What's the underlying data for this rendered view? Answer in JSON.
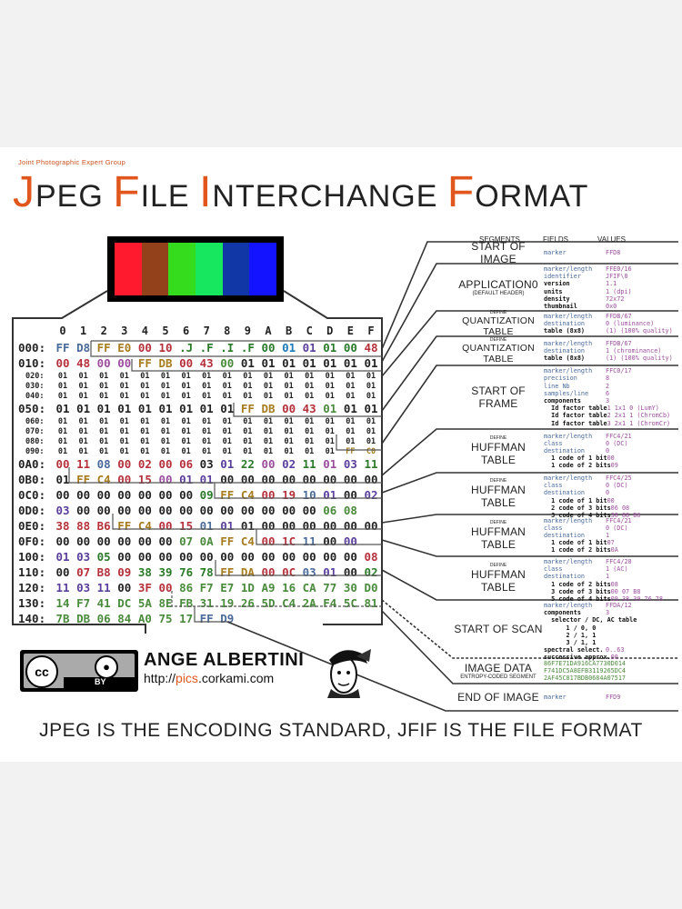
{
  "title": {
    "subtitle": "Joint Photographic Expert Group",
    "parts": [
      {
        "t": "J",
        "accent": true
      },
      {
        "t": "PEG ",
        "accent": false
      },
      {
        "t": "F",
        "accent": true
      },
      {
        "t": "ILE ",
        "accent": false
      },
      {
        "t": "I",
        "accent": true
      },
      {
        "t": "NTERCHANGE ",
        "accent": false
      },
      {
        "t": "F",
        "accent": true
      },
      {
        "t": "ORMAT",
        "accent": false
      }
    ]
  },
  "image_colors": [
    "#ff1b2d",
    "#93411a",
    "#35dc1e",
    "#16e75f",
    "#1137a7",
    "#1413ff"
  ],
  "hex_header": [
    "0",
    "1",
    "2",
    "3",
    "4",
    "5",
    "6",
    "7",
    "8",
    "9",
    "A",
    "B",
    "C",
    "D",
    "E",
    "F"
  ],
  "hex_rows": [
    {
      "off": "000:",
      "size": "big",
      "bytes": [
        "FF",
        "D8",
        "FF",
        "E0",
        "00",
        "10",
        ".J",
        ".F",
        ".I",
        ".F",
        "00",
        "01",
        "01",
        "01",
        "00",
        "48"
      ],
      "colors": [
        "#4a6a9a",
        "#4a6a9a",
        "#a67c1e",
        "#a67c1e",
        "#b5303a",
        "#b5303a",
        "#2a7a2a",
        "#2a7a2a",
        "#2a7a2a",
        "#2a7a2a",
        "#2a7a2a",
        "#1a7ab5",
        "#5a3e9c",
        "#2a7a2a",
        "#2a7a2a",
        "#b5303a"
      ]
    },
    {
      "off": "010:",
      "size": "big",
      "bytes": [
        "00",
        "48",
        "00",
        "00",
        "FF",
        "DB",
        "00",
        "43",
        "00",
        "01",
        "01",
        "01",
        "01",
        "01",
        "01",
        "01"
      ],
      "colors": [
        "#b5303a",
        "#b5303a",
        "#9a4e9c",
        "#9a4e9c",
        "#a67c1e",
        "#a67c1e",
        "#b5303a",
        "#b5303a",
        "#4a8a3c",
        "#222",
        "#222",
        "#222",
        "#222",
        "#222",
        "#222",
        "#222"
      ]
    },
    {
      "off": "020:",
      "size": "small",
      "bytes": [
        "01",
        "01",
        "01",
        "01",
        "01",
        "01",
        "01",
        "01",
        "01",
        "01",
        "01",
        "01",
        "01",
        "01",
        "01",
        "01"
      ]
    },
    {
      "off": "030:",
      "size": "small",
      "bytes": [
        "01",
        "01",
        "01",
        "01",
        "01",
        "01",
        "01",
        "01",
        "01",
        "01",
        "01",
        "01",
        "01",
        "01",
        "01",
        "01"
      ]
    },
    {
      "off": "040:",
      "size": "small",
      "bytes": [
        "01",
        "01",
        "01",
        "01",
        "01",
        "01",
        "01",
        "01",
        "01",
        "01",
        "01",
        "01",
        "01",
        "01",
        "01",
        "01"
      ]
    },
    {
      "off": "050:",
      "size": "big",
      "bytes": [
        "01",
        "01",
        "01",
        "01",
        "01",
        "01",
        "01",
        "01",
        "01",
        "FF",
        "DB",
        "00",
        "43",
        "01",
        "01",
        "01"
      ],
      "colors": [
        "#222",
        "#222",
        "#222",
        "#222",
        "#222",
        "#222",
        "#222",
        "#222",
        "#222",
        "#a67c1e",
        "#a67c1e",
        "#b5303a",
        "#b5303a",
        "#4a8a3c",
        "#222",
        "#222"
      ]
    },
    {
      "off": "060:",
      "size": "small",
      "bytes": [
        "01",
        "01",
        "01",
        "01",
        "01",
        "01",
        "01",
        "01",
        "01",
        "01",
        "01",
        "01",
        "01",
        "01",
        "01",
        "01"
      ]
    },
    {
      "off": "070:",
      "size": "small",
      "bytes": [
        "01",
        "01",
        "01",
        "01",
        "01",
        "01",
        "01",
        "01",
        "01",
        "01",
        "01",
        "01",
        "01",
        "01",
        "01",
        "01"
      ]
    },
    {
      "off": "080:",
      "size": "small",
      "bytes": [
        "01",
        "01",
        "01",
        "01",
        "01",
        "01",
        "01",
        "01",
        "01",
        "01",
        "01",
        "01",
        "01",
        "01",
        "01",
        "01"
      ]
    },
    {
      "off": "090:",
      "size": "small",
      "bytes": [
        "01",
        "01",
        "01",
        "01",
        "01",
        "01",
        "01",
        "01",
        "01",
        "01",
        "01",
        "01",
        "01",
        "01",
        "FF",
        "C0"
      ],
      "colors": [
        "#222",
        "#222",
        "#222",
        "#222",
        "#222",
        "#222",
        "#222",
        "#222",
        "#222",
        "#222",
        "#222",
        "#222",
        "#222",
        "#222",
        "#a67c1e",
        "#a67c1e"
      ]
    },
    {
      "off": "0A0:",
      "size": "big",
      "bytes": [
        "00",
        "11",
        "08",
        "00",
        "02",
        "00",
        "06",
        "03",
        "01",
        "22",
        "00",
        "02",
        "11",
        "01",
        "03",
        "11"
      ],
      "colors": [
        "#b5303a",
        "#b5303a",
        "#4a6a9a",
        "#b5303a",
        "#b5303a",
        "#b5303a",
        "#b5303a",
        "#222",
        "#5a3e9c",
        "#2a7a2a",
        "#9a4e9c",
        "#5a3e9c",
        "#2a7a2a",
        "#9a4e9c",
        "#5a3e9c",
        "#2a7a2a"
      ]
    },
    {
      "off": "0B0:",
      "size": "big",
      "bytes": [
        "01",
        "FF",
        "C4",
        "00",
        "15",
        "00",
        "01",
        "01",
        "00",
        "00",
        "00",
        "00",
        "00",
        "00",
        "00",
        "00"
      ],
      "colors": [
        "#222",
        "#a67c1e",
        "#a67c1e",
        "#b5303a",
        "#b5303a",
        "#9a4e9c",
        "#5a3e9c",
        "#5a3e9c",
        "#222",
        "#222",
        "#222",
        "#222",
        "#222",
        "#222",
        "#222",
        "#222"
      ]
    },
    {
      "off": "0C0:",
      "size": "big",
      "bytes": [
        "00",
        "00",
        "00",
        "00",
        "00",
        "00",
        "00",
        "09",
        "FF",
        "C4",
        "00",
        "19",
        "10",
        "01",
        "00",
        "02"
      ],
      "colors": [
        "#222",
        "#222",
        "#222",
        "#222",
        "#222",
        "#222",
        "#222",
        "#2a7a2a",
        "#a67c1e",
        "#a67c1e",
        "#b5303a",
        "#b5303a",
        "#4a6a9a",
        "#5a3e9c",
        "#222",
        "#5a3e9c"
      ]
    },
    {
      "off": "0D0:",
      "size": "big",
      "bytes": [
        "03",
        "00",
        "00",
        "00",
        "00",
        "00",
        "00",
        "00",
        "00",
        "00",
        "00",
        "00",
        "00",
        "06",
        "08"
      ],
      "colors": [
        "#5a3e9c",
        "#222",
        "#222",
        "#222",
        "#222",
        "#222",
        "#222",
        "#222",
        "#222",
        "#222",
        "#222",
        "#222",
        "#222",
        "#4a8a3c",
        "#4a8a3c"
      ]
    },
    {
      "off": "0E0:",
      "size": "big",
      "bytes": [
        "38",
        "88",
        "B6",
        "FF",
        "C4",
        "00",
        "15",
        "01",
        "01",
        "01",
        "00",
        "00",
        "00",
        "00",
        "00",
        "00"
      ],
      "colors": [
        "#b5303a",
        "#b5303a",
        "#b5303a",
        "#a67c1e",
        "#a67c1e",
        "#b5303a",
        "#b5303a",
        "#4a6a9a",
        "#5a3e9c",
        "#222",
        "#222",
        "#222",
        "#222",
        "#222",
        "#222",
        "#222"
      ]
    },
    {
      "off": "0F0:",
      "size": "big",
      "bytes": [
        "00",
        "00",
        "00",
        "00",
        "00",
        "00",
        "07",
        "0A",
        "FF",
        "C4",
        "00",
        "1C",
        "11",
        "00",
        "00"
      ],
      "colors": [
        "#222",
        "#222",
        "#222",
        "#222",
        "#222",
        "#222",
        "#4a8a3c",
        "#4a8a3c",
        "#a67c1e",
        "#a67c1e",
        "#b5303a",
        "#b5303a",
        "#4a6a9a",
        "#222",
        "#5a3e9c"
      ]
    },
    {
      "off": "100:",
      "size": "big",
      "bytes": [
        "01",
        "03",
        "05",
        "00",
        "00",
        "00",
        "00",
        "00",
        "00",
        "00",
        "00",
        "00",
        "00",
        "00",
        "00",
        "08"
      ],
      "colors": [
        "#5a3e9c",
        "#5a3e9c",
        "#2a7a2a",
        "#222",
        "#222",
        "#222",
        "#222",
        "#222",
        "#222",
        "#222",
        "#222",
        "#222",
        "#222",
        "#222",
        "#222",
        "#b5303a"
      ]
    },
    {
      "off": "110:",
      "size": "big",
      "bytes": [
        "00",
        "07",
        "B8",
        "09",
        "38",
        "39",
        "76",
        "78",
        "FF",
        "DA",
        "00",
        "0C",
        "03",
        "01",
        "00",
        "02"
      ],
      "colors": [
        "#222",
        "#b5303a",
        "#b5303a",
        "#b5303a",
        "#2a7a2a",
        "#2a7a2a",
        "#2a7a2a",
        "#2a7a2a",
        "#a67c1e",
        "#a67c1e",
        "#b5303a",
        "#b5303a",
        "#4a6a9a",
        "#5a3e9c",
        "#222",
        "#2a7a2a"
      ]
    },
    {
      "off": "120:",
      "size": "big",
      "bytes": [
        "11",
        "03",
        "11",
        "00",
        "3F",
        "00",
        "86",
        "F7",
        "E7",
        "1D",
        "A9",
        "16",
        "CA",
        "77",
        "30",
        "D0"
      ],
      "colors": [
        "#5a3e9c",
        "#5a3e9c",
        "#5a3e9c",
        "#222",
        "#b5303a",
        "#b5303a",
        "#4a8a3c",
        "#4a8a3c",
        "#4a8a3c",
        "#4a8a3c",
        "#4a8a3c",
        "#4a8a3c",
        "#4a8a3c",
        "#4a8a3c",
        "#4a8a3c",
        "#4a8a3c"
      ]
    },
    {
      "off": "130:",
      "size": "big",
      "bytes": [
        "14",
        "F7",
        "41",
        "DC",
        "5A",
        "8E",
        "FB",
        "31",
        "19",
        "26",
        "5D",
        "C4",
        "2A",
        "F4",
        "5C",
        "81"
      ],
      "colors": [
        "#4a8a3c",
        "#4a8a3c",
        "#4a8a3c",
        "#4a8a3c",
        "#4a8a3c",
        "#4a8a3c",
        "#4a8a3c",
        "#4a8a3c",
        "#4a8a3c",
        "#4a8a3c",
        "#4a8a3c",
        "#4a8a3c",
        "#4a8a3c",
        "#4a8a3c",
        "#4a8a3c",
        "#4a8a3c"
      ]
    },
    {
      "off": "140:",
      "size": "big",
      "bytes": [
        "7B",
        "DB",
        "06",
        "84",
        "A0",
        "75",
        "17",
        "FF",
        "D9"
      ],
      "colors": [
        "#4a8a3c",
        "#4a8a3c",
        "#4a8a3c",
        "#4a8a3c",
        "#4a8a3c",
        "#4a8a3c",
        "#4a8a3c",
        "#4a6a9a",
        "#4a6a9a"
      ]
    }
  ],
  "columns": {
    "segments": "SEGMENTS",
    "fields": "FIELDS",
    "values": "VALUES"
  },
  "segments": [
    {
      "name": "START OF IMAGE",
      "define": "",
      "sub": "",
      "fields": [
        [
          "marker",
          "FFD8",
          ""
        ]
      ]
    },
    {
      "name": "APPLICATION0",
      "define": "",
      "sub": "(DEFAULT HEADER)",
      "fields": [
        [
          "marker/length",
          "FFE0/16",
          ""
        ],
        [
          "identifier",
          "JFIF\\0",
          ""
        ],
        [
          "version",
          "1.1",
          ""
        ],
        [
          "units",
          "1 (dpi)",
          ""
        ],
        [
          "density",
          "72x72",
          ""
        ],
        [
          "thumbnail",
          "0x0",
          ""
        ]
      ]
    },
    {
      "name": "QUANTIZATION TABLE",
      "define": "DEFINE",
      "sub": "",
      "fields": [
        [
          "marker/length",
          "FFDB/67",
          ""
        ],
        [
          "destination",
          "0 (luminance)",
          ""
        ],
        [
          "table (8x8)",
          "(1) (100% quality)",
          ""
        ]
      ]
    },
    {
      "name": "QUANTIZATION TABLE",
      "define": "DEFINE",
      "sub": "",
      "fields": [
        [
          "marker/length",
          "FFDB/67",
          ""
        ],
        [
          "destination",
          "1 (chrominance)",
          ""
        ],
        [
          "table (8x8)",
          "(1) (100% quality)",
          ""
        ]
      ]
    },
    {
      "name": "START OF FRAME",
      "define": "",
      "sub": "",
      "fields": [
        [
          "marker/length",
          "FFC0/17",
          ""
        ],
        [
          "precision",
          "8",
          ""
        ],
        [
          "line Nb",
          "2",
          ""
        ],
        [
          "samples/line",
          "6",
          ""
        ],
        [
          "components",
          "3",
          ""
        ],
        [
          "  Id factor table",
          "1 1x1 0 (LumY)",
          ""
        ],
        [
          "  Id factor table",
          "2 2x1 1 (ChromCb)",
          ""
        ],
        [
          "  Id factor table",
          "3 2x1 1 (ChromCr)",
          ""
        ]
      ]
    },
    {
      "name": "HUFFMAN TABLE",
      "define": "DEFINE",
      "sub": "",
      "fields": [
        [
          "marker/length",
          "FFC4/21",
          ""
        ],
        [
          "class",
          "0 (DC)",
          ""
        ],
        [
          "destination",
          "0",
          ""
        ],
        [
          "  1 code of 1 bit",
          "00",
          ""
        ],
        [
          "  1 code of 2 bits",
          "09",
          ""
        ]
      ]
    },
    {
      "name": "HUFFMAN TABLE",
      "define": "DEFINE",
      "sub": "",
      "fields": [
        [
          "marker/length",
          "FFC4/25",
          ""
        ],
        [
          "class",
          "0 (DC)",
          ""
        ],
        [
          "destination",
          "0",
          ""
        ],
        [
          "  1 code of 1 bit",
          "00",
          ""
        ],
        [
          "  2 code of 3 bits",
          "06 08",
          ""
        ],
        [
          "  3 code of 4 bits",
          "38 88 B6",
          ""
        ]
      ]
    },
    {
      "name": "HUFFMAN TABLE",
      "define": "DEFINE",
      "sub": "",
      "fields": [
        [
          "marker/length",
          "FFC4/21",
          ""
        ],
        [
          "class",
          "0 (DC)",
          ""
        ],
        [
          "destination",
          "1",
          ""
        ],
        [
          "  1 code of 1 bit",
          "07",
          ""
        ],
        [
          "  1 code of 2 bits",
          "0A",
          ""
        ]
      ]
    },
    {
      "name": "HUFFMAN TABLE",
      "define": "DEFINE",
      "sub": "",
      "fields": [
        [
          "marker/length",
          "FFC4/28",
          ""
        ],
        [
          "class",
          "1 (AC)",
          ""
        ],
        [
          "destination",
          "1",
          ""
        ],
        [
          "  1 code of 2 bits",
          "08",
          ""
        ],
        [
          "  3 code of 3 bits",
          "00 07 B8",
          ""
        ],
        [
          "  5 code of 4 bits",
          "09 38 39 76 78",
          ""
        ]
      ]
    },
    {
      "name": "START OF SCAN",
      "define": "",
      "sub": "",
      "fields": [
        [
          "marker/length",
          "FFDA/12",
          ""
        ],
        [
          "components",
          "3",
          ""
        ],
        [
          "  selector / DC, AC table",
          "",
          ""
        ],
        [
          "      1 / 0, 0",
          "",
          ""
        ],
        [
          "      2 / 1, 1",
          "",
          ""
        ],
        [
          "      3 / 1, 1",
          "",
          ""
        ],
        [
          "spectral select.",
          "0..63",
          ""
        ],
        [
          "successive approx.",
          "00",
          ""
        ]
      ]
    },
    {
      "name": "IMAGE DATA",
      "define": "",
      "sub": "ENTROPY-CODED SEGMENT",
      "fields": [
        [
          "86F7E71DA916CA7730D014",
          "",
          ""
        ],
        [
          "F741DC5A8EFB3119265DC4",
          "",
          ""
        ],
        [
          "2AF45C817BDB0684A07517",
          "",
          ""
        ]
      ]
    },
    {
      "name": "END OF IMAGE",
      "define": "",
      "sub": "",
      "fields": [
        [
          "marker",
          "FFD9",
          ""
        ]
      ]
    }
  ],
  "license": {
    "cc": "cc",
    "by": "BY"
  },
  "author": "ANGE ALBERTINI",
  "url": {
    "pre": "http://",
    "accent": "pics",
    "post": ".corkami.com"
  },
  "bottom_line": "JPEG IS THE ENCODING STANDARD, JFIF IS THE FILE FORMAT"
}
